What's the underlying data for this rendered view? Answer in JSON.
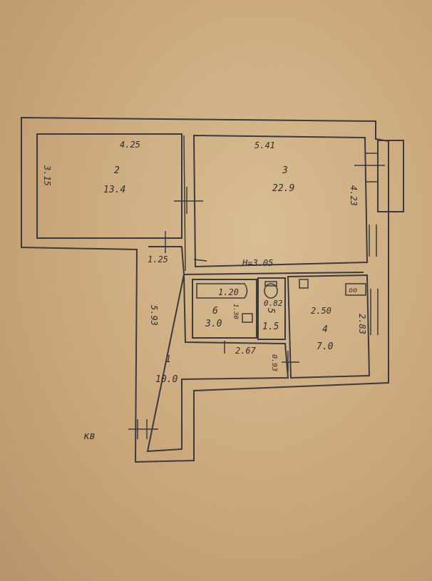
{
  "plan": {
    "ceiling_height": "H=3.05",
    "entrance_label": "кв",
    "rooms": [
      {
        "number": "1",
        "area": "10.0"
      },
      {
        "number": "2",
        "area": "13.4"
      },
      {
        "number": "3",
        "area": "22.9"
      },
      {
        "number": "4",
        "area": "7.0"
      },
      {
        "number": "5",
        "area": "1.5"
      },
      {
        "number": "6",
        "area": "3.0"
      }
    ],
    "dimensions": {
      "room2_width": "4.25",
      "room2_height": "3.15",
      "room3_width": "5.41",
      "room3_height": "4.23",
      "hall_top": "1.25",
      "hall_length": "5.93",
      "bath_width": "1.20",
      "bath_depth": "1.30",
      "wc_width": "0.82",
      "corridor_width": "2.67",
      "passage_width": "0.93",
      "kitchen_width": "2.50",
      "kitchen_depth": "2.83"
    },
    "stove_symbol": "oo"
  }
}
